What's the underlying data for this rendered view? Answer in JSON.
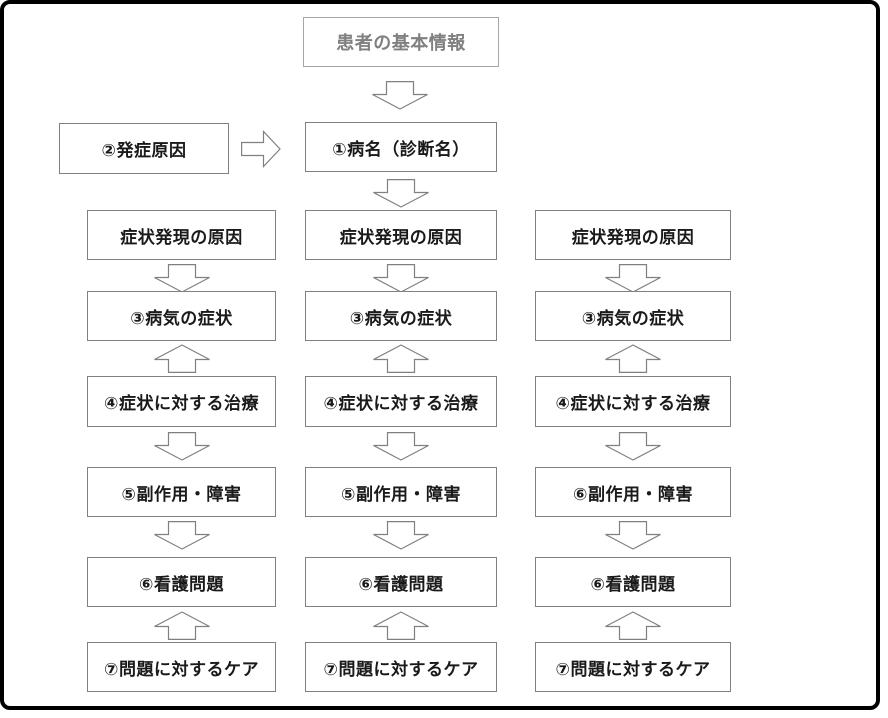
{
  "colors": {
    "frame_border": "#000000",
    "box_border": "#808080",
    "box_text": "#1a1a1a",
    "top_box_border": "#a6a6a6",
    "top_box_text": "#808080",
    "arrow_outline": "#808080",
    "background": "#ffffff"
  },
  "icons": {
    "down_arrow": "hollow block arrow pointing down",
    "up_arrow": "hollow block arrow pointing up",
    "right_arrow": "hollow block arrow pointing right"
  },
  "diagram": {
    "title_box": "患者の基本情報",
    "row2": {
      "left_box": "②発症原因",
      "center_box": "①病名（診断名）"
    },
    "columns": [
      {
        "boxes": [
          "症状発現の原因",
          "③病気の症状",
          "④症状に対する治療",
          "⑤副作用・障害",
          "⑥看護問題",
          "⑦問題に対するケア"
        ]
      },
      {
        "boxes": [
          "症状発現の原因",
          "③病気の症状",
          "④症状に対する治療",
          "⑤副作用・障害",
          "⑥看護問題",
          "⑦問題に対するケア"
        ]
      },
      {
        "boxes": [
          "症状発現の原因",
          "③病気の症状",
          "④症状に対する治療",
          "⑥副作用・障害",
          "⑥看護問題",
          "⑦問題に対するケア"
        ]
      }
    ]
  }
}
